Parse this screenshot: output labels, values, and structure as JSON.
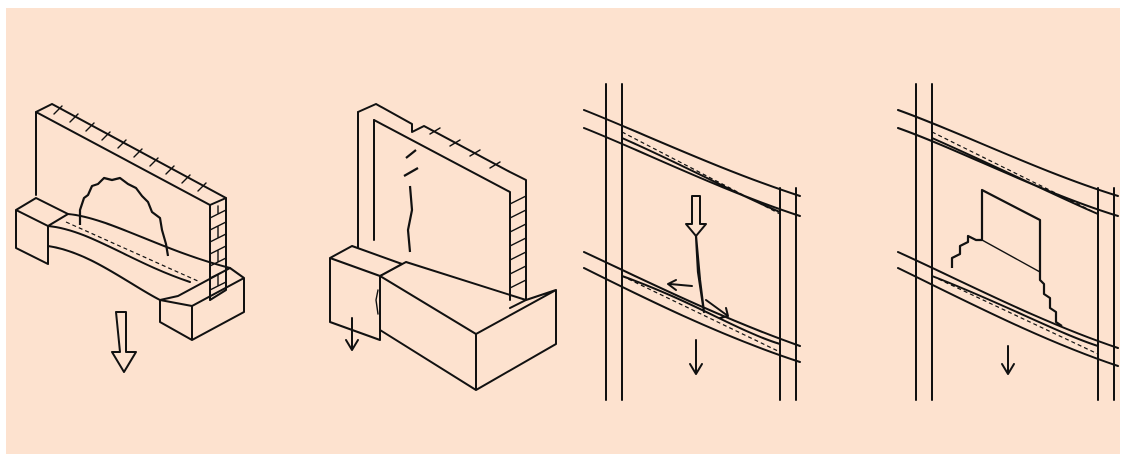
{
  "colors": {
    "background": "#fde2cf",
    "frame": "#ffffff",
    "ink": "#111111"
  },
  "panels": [
    {
      "name": "wall-on-sagging-foundation",
      "icons": [
        "arch-crack-icon",
        "settlement-arrow-icon"
      ]
    },
    {
      "name": "wall-on-differential-blocks",
      "icons": [
        "vertical-crack-icon",
        "settlement-arrow-icon"
      ]
    },
    {
      "name": "frame-with-vertical-crack",
      "icons": [
        "load-arrow-icon",
        "spreading-arrows-icon",
        "settlement-arrow-icon"
      ]
    },
    {
      "name": "frame-with-stepped-crack",
      "icons": [
        "stepped-crack-icon",
        "settlement-arrow-icon"
      ]
    }
  ]
}
